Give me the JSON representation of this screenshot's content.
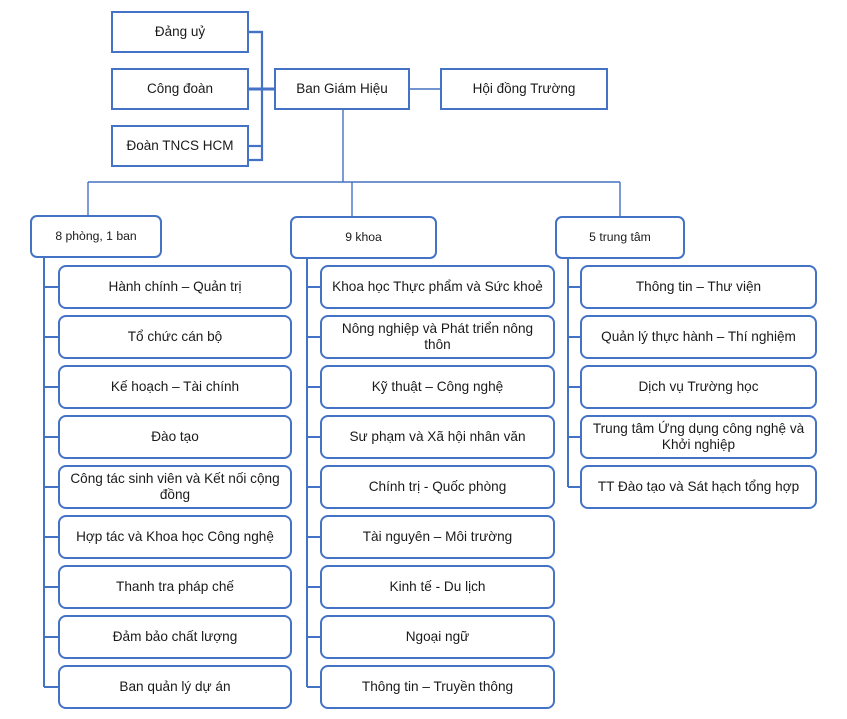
{
  "theme": {
    "border_color": "#4472C4",
    "connector_color": "#4472C4",
    "background": "#ffffff",
    "text_color": "#1a1a1a"
  },
  "top": {
    "dang_uy": "Đảng uỷ",
    "cong_doan": "Công đoàn",
    "doan_tncs": "Đoàn TNCS HCM",
    "ban_giam_hieu": "Ban Giám Hiệu",
    "hoi_dong_truong": "Hội đồng Trường"
  },
  "columns": [
    {
      "id": "phong-ban",
      "header": "8 phòng, 1 ban",
      "items": [
        "Hành chính – Quản trị",
        "Tổ chức cán bộ",
        "Kế hoạch – Tài chính",
        "Đào tạo",
        "Công tác sinh viên và Kết nối cộng đồng",
        "Hợp tác và Khoa học Công nghệ",
        "Thanh tra pháp chế",
        "Đảm bảo chất lượng",
        "Ban quản lý dự án"
      ]
    },
    {
      "id": "khoa",
      "header": "9 khoa",
      "items": [
        "Khoa học Thực phẩm và Sức khoẻ",
        "Nông nghiệp và Phát triển nông thôn",
        "Kỹ thuật – Công nghệ",
        "Sư phạm và Xã hội nhân văn",
        "Chính trị - Quốc phòng",
        "Tài nguyên – Môi trường",
        "Kinh tế - Du lịch",
        "Ngoại ngữ",
        "Thông tin – Truyền thông"
      ]
    },
    {
      "id": "trung-tam",
      "header": "5 trung tâm",
      "items": [
        "Thông tin – Thư viện",
        "Quản lý thực hành – Thí nghiệm",
        "Dịch vụ Trường học",
        "Trung tâm Ứng dụng công nghệ và Khởi nghiệp",
        "TT Đào tạo và Sát hạch tổng hợp"
      ]
    }
  ]
}
